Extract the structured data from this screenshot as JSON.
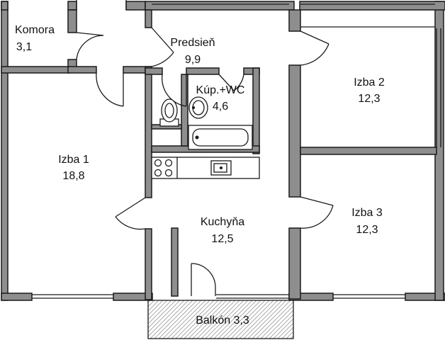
{
  "rooms": {
    "komora": {
      "name": "Komora",
      "area": "3,1"
    },
    "predsien": {
      "name": "Predsieň",
      "area": "9,9"
    },
    "kupelna": {
      "name": "Kúp.+WC",
      "area": "4,6"
    },
    "izba2": {
      "name": "Izba 2",
      "area": "12,3"
    },
    "izba1": {
      "name": "Izba 1",
      "area": "18,8"
    },
    "kuchyna": {
      "name": "Kuchyňa",
      "area": "12,5"
    },
    "izba3": {
      "name": "Izba 3",
      "area": "12,3"
    },
    "balkon": {
      "label": "Balkón 3,3"
    }
  },
  "colors": {
    "wall": "#8e8e8e",
    "outline": "#1a1a1a",
    "hatch": "#9a9a9a"
  }
}
